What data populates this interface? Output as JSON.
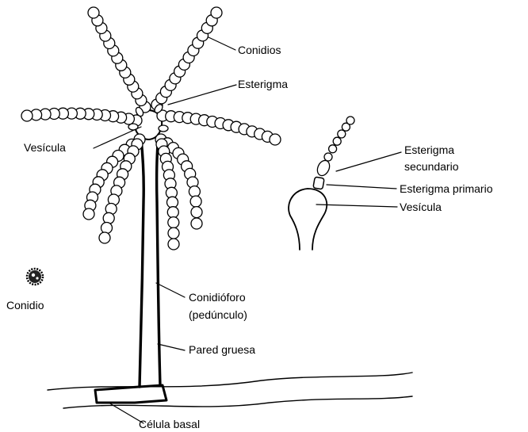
{
  "labels": {
    "conidios": "Conidios",
    "esterigma": "Esterigma",
    "vesicula_main": "Vesícula",
    "conidio": "Conidio",
    "conidioforo": "Conidióforo",
    "pedunculo": "(pedúnculo)",
    "pared_gruesa": "Pared gruesa",
    "celula_basal": "Célula basal",
    "esterigma_secundario_1": "Esterigma",
    "esterigma_secundario_2": "secundario",
    "esterigma_primario": "Esterigma  primario",
    "vesicula_detail": "Vesícula"
  },
  "icons": {
    "conidia_chain": "bead-chain",
    "vesicle": "swollen-apex",
    "spore": "rough-spore"
  },
  "colors": {
    "ink": "#000000",
    "background": "#ffffff"
  }
}
